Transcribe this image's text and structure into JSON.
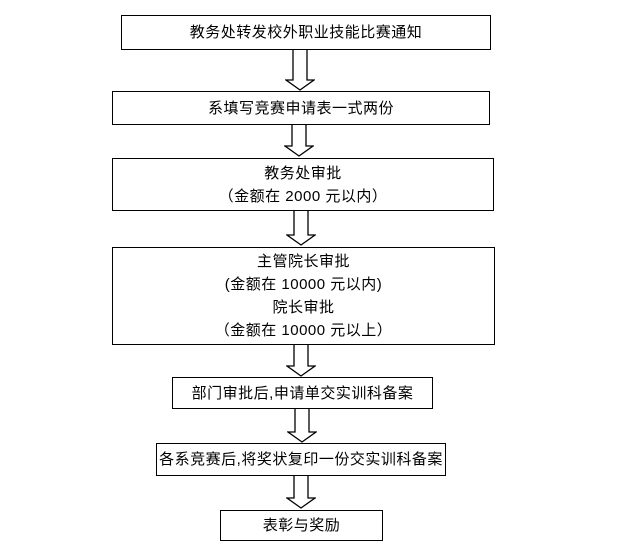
{
  "flowchart": {
    "colors": {
      "background": "#ffffff",
      "line": "#000000",
      "text": "#000000"
    },
    "boxes": [
      {
        "lines": [
          "教务处转发校外职业技能比赛通知"
        ]
      },
      {
        "lines": [
          "系填写竞赛申请表一式两份"
        ]
      },
      {
        "lines": [
          "教务处审批",
          "（金额在 2000 元以内）"
        ]
      },
      {
        "lines": [
          "主管院长审批",
          "(金额在 10000 元以内)",
          "院长审批",
          "（金额在 10000 元以上）"
        ]
      },
      {
        "lines": [
          "部门审批后,申请单交实训科备案"
        ]
      },
      {
        "lines": [
          "各系竞赛后,将奖状复印一份交实训科备案"
        ]
      },
      {
        "lines": [
          "表彰与奖励"
        ]
      }
    ]
  }
}
